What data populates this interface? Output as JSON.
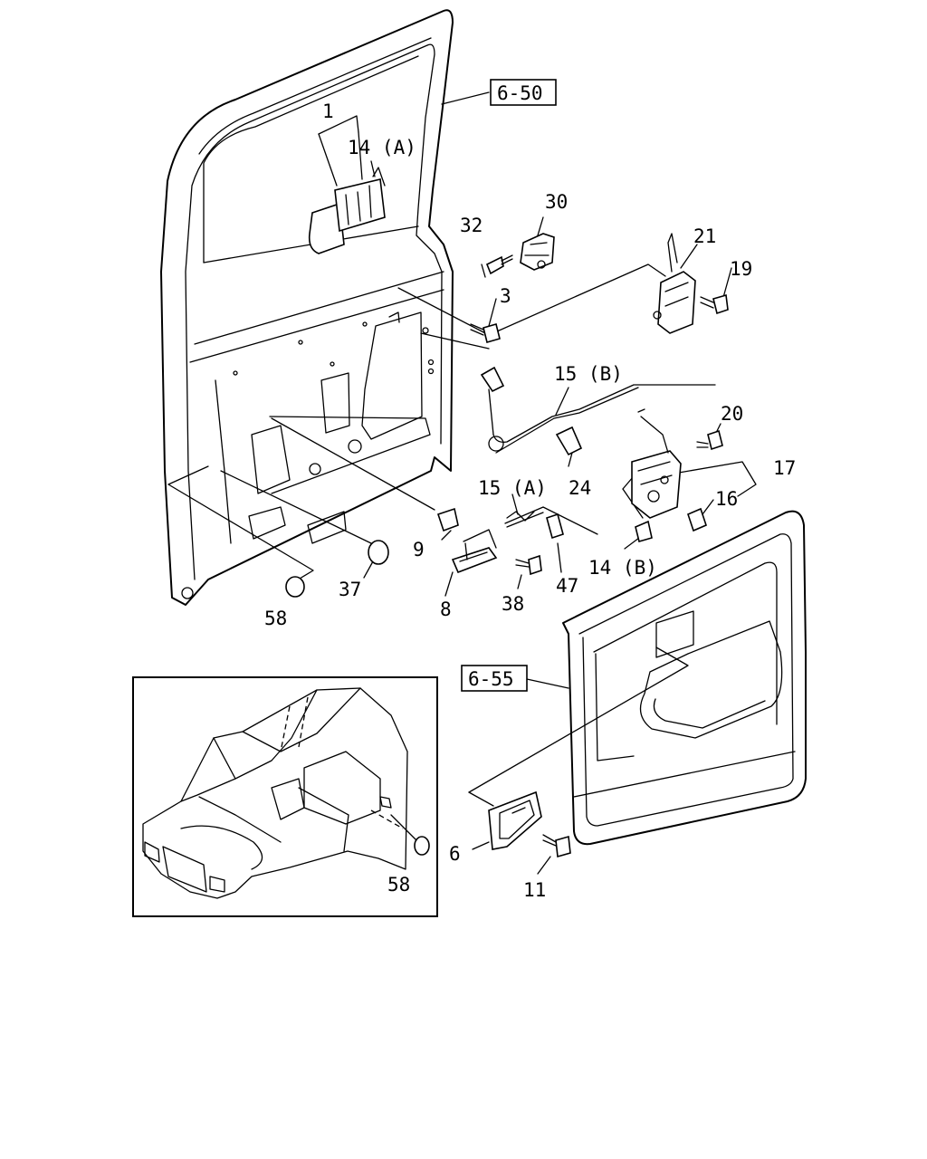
{
  "references": {
    "door_ref": "6-50",
    "trim_ref": "6-55"
  },
  "callouts": {
    "c1": "1",
    "c14a": "14 (A)",
    "c30": "30",
    "c32": "32",
    "c21": "21",
    "c19": "19",
    "c3": "3",
    "c15b": "15 (B)",
    "c20": "20",
    "c17": "17",
    "c24": "24",
    "c15a": "15 (A)",
    "c16": "16",
    "c9": "9",
    "c14b": "14 (B)",
    "c37": "37",
    "c58": "58",
    "c8": "8",
    "c38": "38",
    "c47": "47",
    "c6": "6",
    "c11": "11",
    "c58_inset": "58"
  },
  "icons": {
    "door": "door-panel-icon",
    "trim": "door-trim-panel-icon",
    "vehicle": "vehicle-body-icon"
  }
}
